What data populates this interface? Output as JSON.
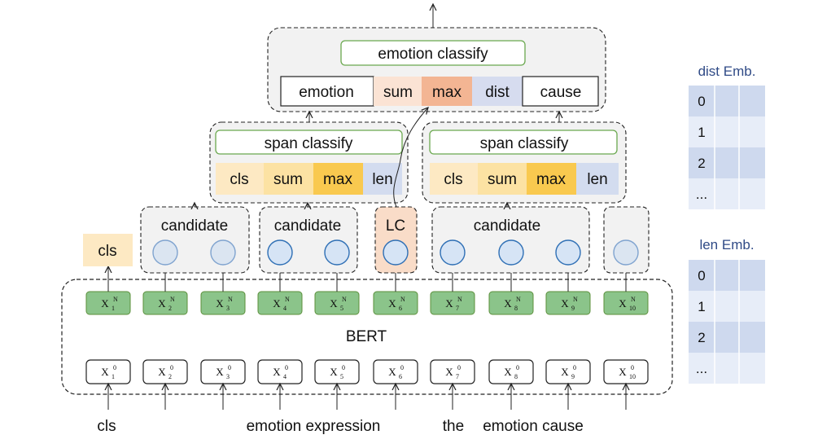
{
  "inputs": {
    "words": [
      "cls",
      "emotion expression",
      "the",
      "emotion cause"
    ],
    "token_base": "X",
    "input_sup": "0",
    "output_sup": "N",
    "indices": [
      "1",
      "2",
      "3",
      "4",
      "5",
      "6",
      "7",
      "8",
      "9",
      "10"
    ]
  },
  "bert_label": "BERT",
  "cls_label": "cls",
  "candidate_labels": [
    "candidate",
    "candidate",
    "candidate"
  ],
  "lc_label": "LC",
  "span_left": {
    "title": "span classify",
    "cells": [
      "cls",
      "sum",
      "max",
      "len"
    ]
  },
  "span_right": {
    "title": "span classify",
    "cells": [
      "cls",
      "sum",
      "max",
      "len"
    ]
  },
  "emotion_block": {
    "title": "emotion classify",
    "cells": [
      "emotion",
      "sum",
      "max",
      "dist",
      "cause"
    ]
  },
  "dist_emb": {
    "title": "dist Emb.",
    "rows": [
      "0",
      "1",
      "2",
      "..."
    ]
  },
  "len_emb": {
    "title": "len Emb.",
    "rows": [
      "0",
      "1",
      "2",
      "..."
    ]
  },
  "colors": {
    "token_green": "#8bc48a",
    "token_green_border": "#5b8f3a",
    "circle_fill": "#d6e4f5",
    "circle_stroke": "#2e6fb5",
    "candidate_bg": "#f2f2f2",
    "lc_bg": "#f9dcc8",
    "cls_bg": "#fde9c3",
    "sum_bg": "#fce2a3",
    "max_bg": "#f9c94f",
    "len_bg": "#d3dcef",
    "emo_sum_bg": "#fbe3d4",
    "emo_max_bg": "#f3b593",
    "dist_bg": "#d6dcef",
    "emb_dark": "#ced9ee",
    "emb_light": "#e7edf8",
    "title_border": "#6aa84f"
  }
}
